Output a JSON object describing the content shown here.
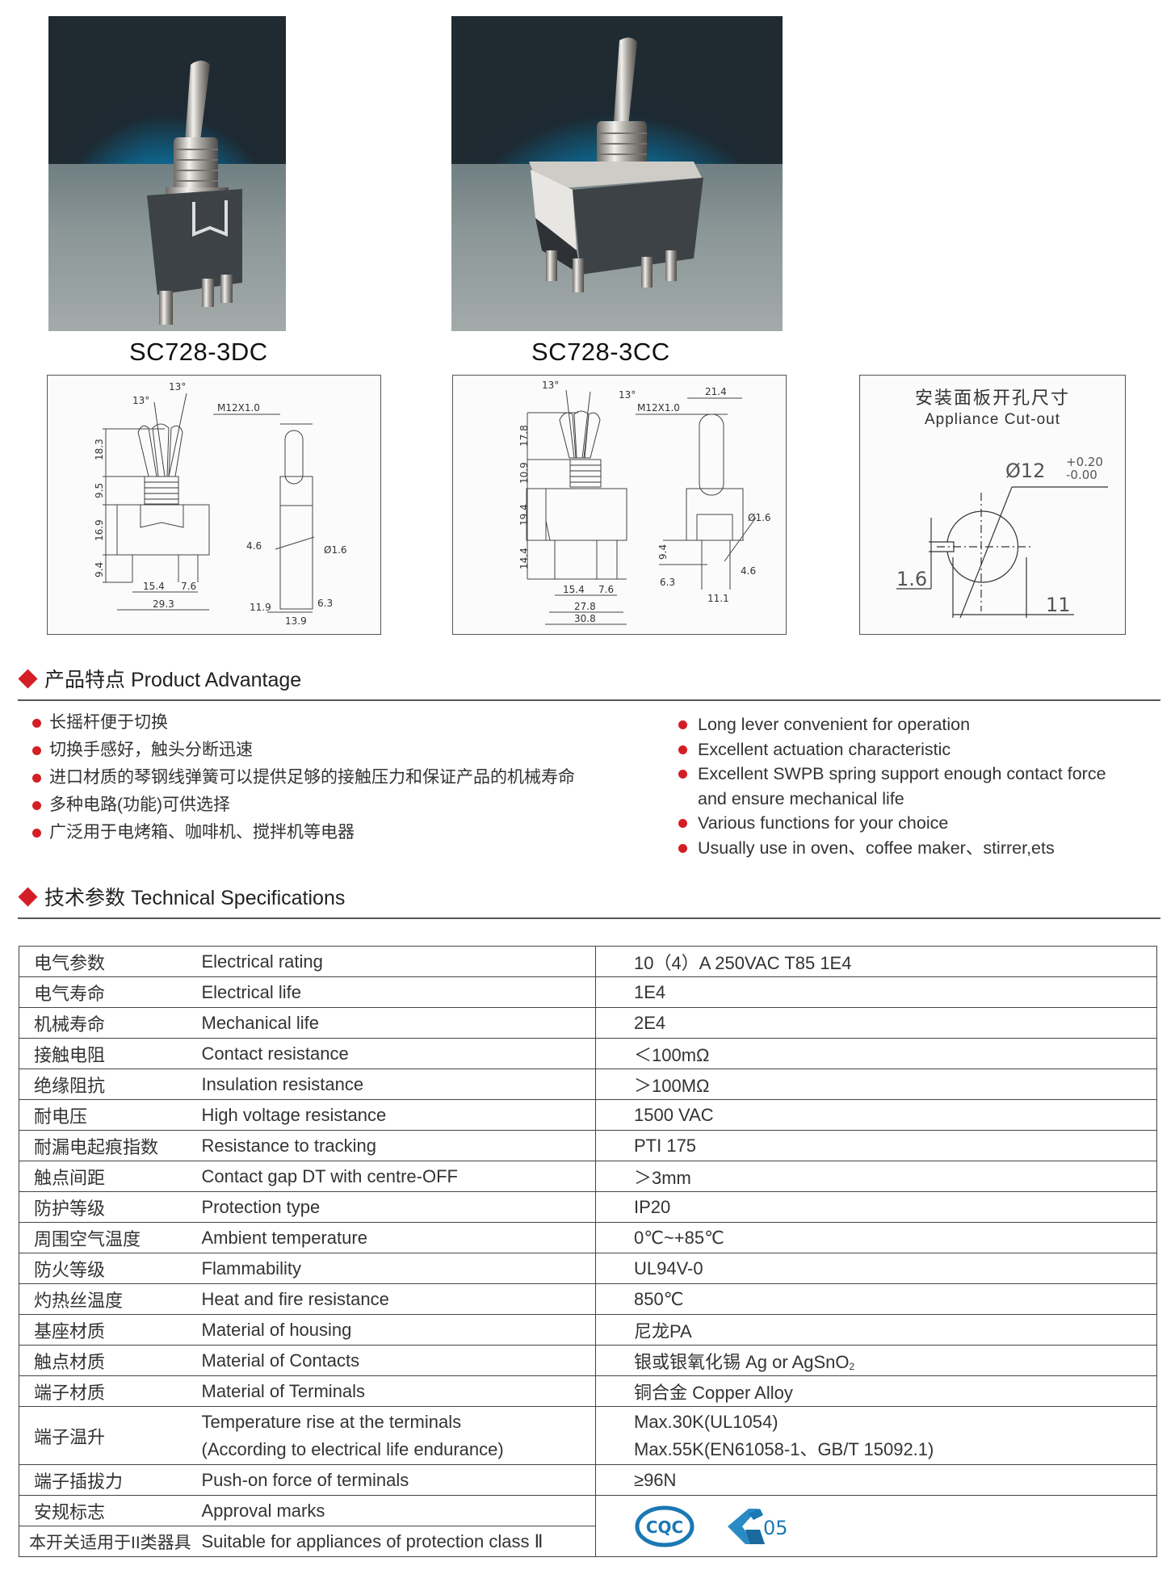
{
  "products": [
    {
      "model": "SC728-3DC",
      "image": "toggle-switch-single-pole-photo"
    },
    {
      "model": "SC728-3CC",
      "image": "toggle-switch-double-pole-photo"
    }
  ],
  "drawings": {
    "sc728_3dc": {
      "angles": [
        "13°",
        "13°"
      ],
      "thread": "M12X1.0",
      "dims_vertical": [
        "18.3",
        "9.5",
        "16.9",
        "9.4"
      ],
      "dims_horizontal": [
        "15.4",
        "7.6",
        "29.3"
      ],
      "side_dims": [
        "4.6",
        "Ø1.6",
        "11.9",
        "6.3",
        "13.9"
      ]
    },
    "sc728_3cc": {
      "angles": [
        "13°",
        "13°"
      ],
      "thread": "M12X1.0",
      "dims_vertical": [
        "17.8",
        "10.9",
        "19.4",
        "14.4"
      ],
      "dims_horizontal": [
        "15.4",
        "7.6",
        "27.8",
        "30.8"
      ],
      "side_dims": [
        "21.4",
        "Ø1.6",
        "9.4",
        "4.6",
        "6.3",
        "11.1"
      ]
    },
    "cutout": {
      "title_cn": "安装面板开孔尺寸",
      "title_en": "Appliance Cut-out",
      "diameter": "Ø12",
      "tol_plus": "+0.20",
      "tol_minus": "-0.00",
      "key_width": "1.6",
      "flat_width": "11"
    }
  },
  "advantage": {
    "heading": "产品特点 Product Advantage",
    "items_cn": [
      "长摇杆便于切换",
      "切换手感好，触头分断迅速",
      "进口材质的琴钢线弹簧可以提供足够的接触压力和保证产品的机械寿命",
      "多种电路(功能)可供选择",
      "广泛用于电烤箱、咖啡机、搅拌机等电器"
    ],
    "items_en": [
      "Long lever convenient for operation",
      "Excellent actuation characteristic",
      "Excellent SWPB spring support enough contact force",
      "and ensure mechanical life",
      "Various functions for your choice",
      "Usually use in oven、coffee maker、stirrer,ets"
    ]
  },
  "specs": {
    "heading": "技术参数 Technical Specifications",
    "rows": [
      {
        "cn": "电气参数",
        "en": "Electrical rating",
        "value": "10（4）A  250VAC  T85 1E4"
      },
      {
        "cn": "电气寿命",
        "en": "Electrical life",
        "value": "1E4"
      },
      {
        "cn": "机械寿命",
        "en": "Mechanical life",
        "value": "2E4"
      },
      {
        "cn": "接触电阻",
        "en": "Contact resistance",
        "value": "＜100mΩ"
      },
      {
        "cn": "绝缘阻抗",
        "en": "Insulation resistance",
        "value": "＞100MΩ"
      },
      {
        "cn": "耐电压",
        "en": "High voltage resistance",
        "value": "1500 VAC"
      },
      {
        "cn": "耐漏电起痕指数",
        "en": "Resistance to tracking",
        "value": "PTI 175"
      },
      {
        "cn": "触点间距",
        "en": "Contact gap DT with centre-OFF",
        "value": "＞3mm"
      },
      {
        "cn": "防护等级",
        "en": "Protection type",
        "value": "IP20"
      },
      {
        "cn": "周围空气温度",
        "en": "Ambient temperature",
        "value": "0℃~+85℃"
      },
      {
        "cn": "防火等级",
        "en": "Flammability",
        "value": "UL94V-0"
      },
      {
        "cn": "灼热丝温度",
        "en": "Heat and fire resistance",
        "value": "850℃"
      },
      {
        "cn": "基座材质",
        "en": "Material of housing",
        "value": "尼龙PA"
      },
      {
        "cn": "触点材质",
        "en": "Material of Contacts",
        "value": "银或银氧化锡 Ag or AgSnO",
        "value_sub": "2"
      },
      {
        "cn": "端子材质",
        "en": "Material of Terminals",
        "value": "铜合金  Copper Alloy"
      },
      {
        "cn": "端子温升",
        "en": "Temperature rise at the terminals",
        "en2": "(According to electrical life endurance)",
        "value": "Max.30K(UL1054)",
        "value2": "Max.55K(EN61058-1、GB/T 15092.1)"
      },
      {
        "cn": "端子插拔力",
        "en": "Push-on force of terminals",
        "value": "≥96N"
      },
      {
        "cn": "安规标志",
        "en": "Approval marks"
      },
      {
        "cn": "本开关适用于II类器具",
        "en": "Suitable for appliances of protection class  Ⅱ"
      }
    ],
    "marks": [
      {
        "name": "CQC",
        "label": "CQC"
      },
      {
        "name": "ENEC",
        "label": "05"
      }
    ]
  },
  "colors": {
    "accent_red": "#d41e26",
    "mark_blue": "#1a78b4"
  }
}
